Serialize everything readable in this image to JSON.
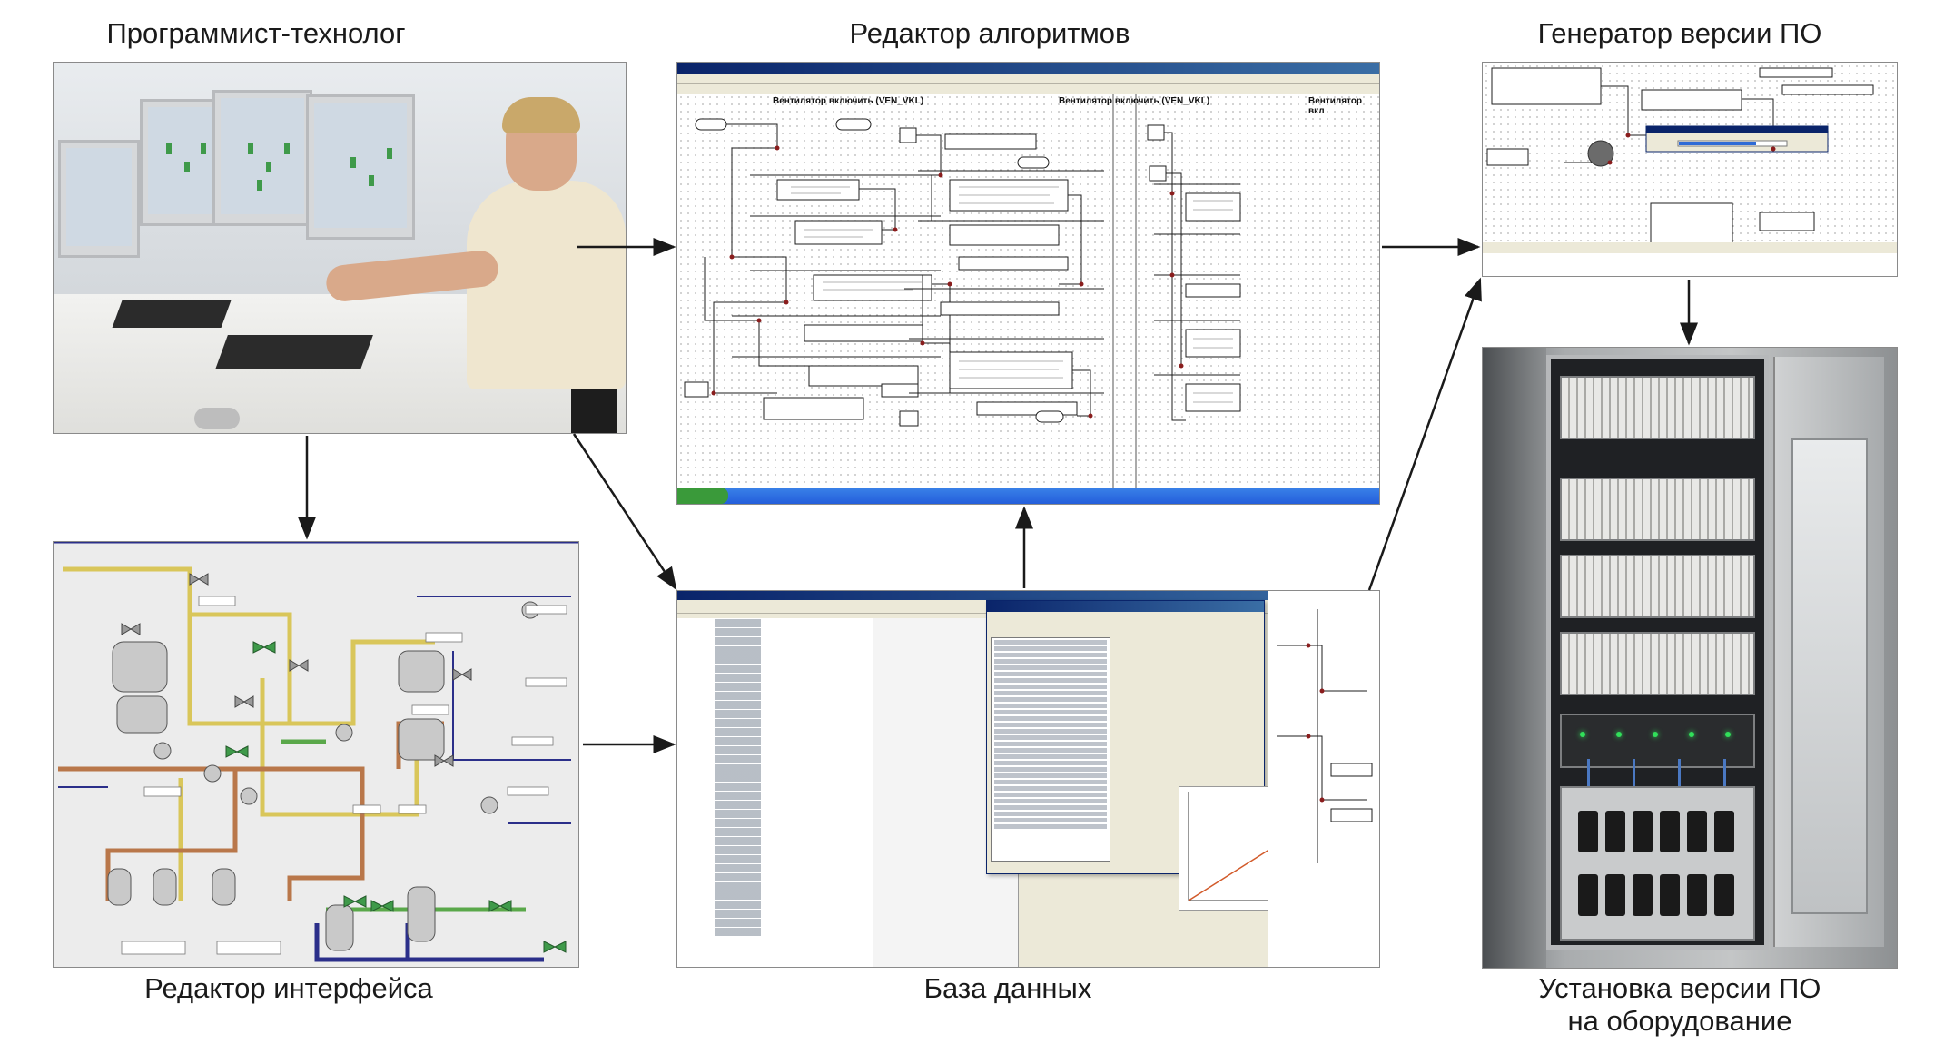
{
  "captions": {
    "programmer": "Программист-технолог",
    "algorithm_editor": "Редактор алгоритмов",
    "sw_generator": "Генератор версии ПО",
    "interface_editor": "Редактор интерфейса",
    "database": "База данных",
    "install_line1": "Установка версии ПО",
    "install_line2": "на оборудование"
  },
  "algorithm_editor": {
    "sheet1_title": "Вентилятор включить (VEN_VKL)",
    "sheet2_title": "Вентилятор включить (VEN_VKL)",
    "sheet3_title": "Вентилятор вкл"
  },
  "colors": {
    "arrow": "#1a1a1a",
    "window_title": "#0a246a",
    "schematic_pipe_yellow": "#d9c65a",
    "schematic_pipe_brown": "#b9774a",
    "schematic_pipe_blue": "#2b2f8a",
    "schematic_pipe_green": "#5aa84a",
    "chart_line": "#d25a2a"
  }
}
